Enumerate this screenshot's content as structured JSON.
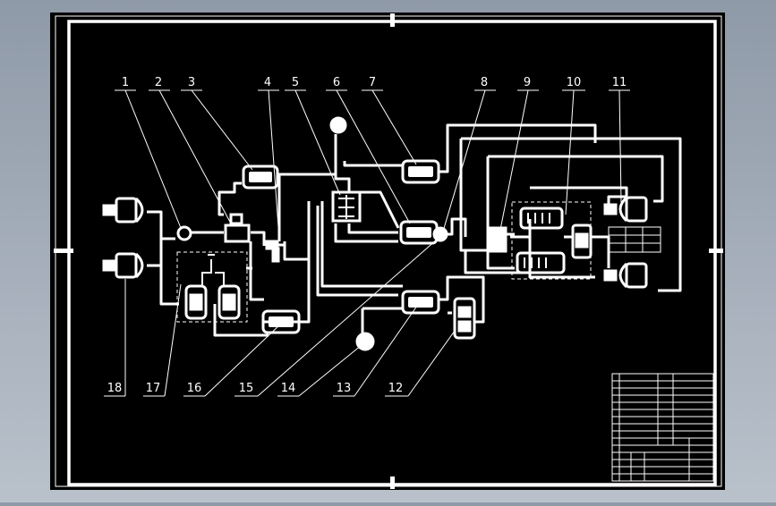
{
  "drawing": {
    "background": "#000000",
    "line_color": "#ffffff",
    "viewport_bg": "#9aa4b1",
    "part_numbers": [
      "1",
      "2",
      "3",
      "4",
      "5",
      "6",
      "7",
      "8",
      "9",
      "10",
      "11",
      "12",
      "13",
      "14",
      "15",
      "16",
      "17",
      "18"
    ]
  }
}
